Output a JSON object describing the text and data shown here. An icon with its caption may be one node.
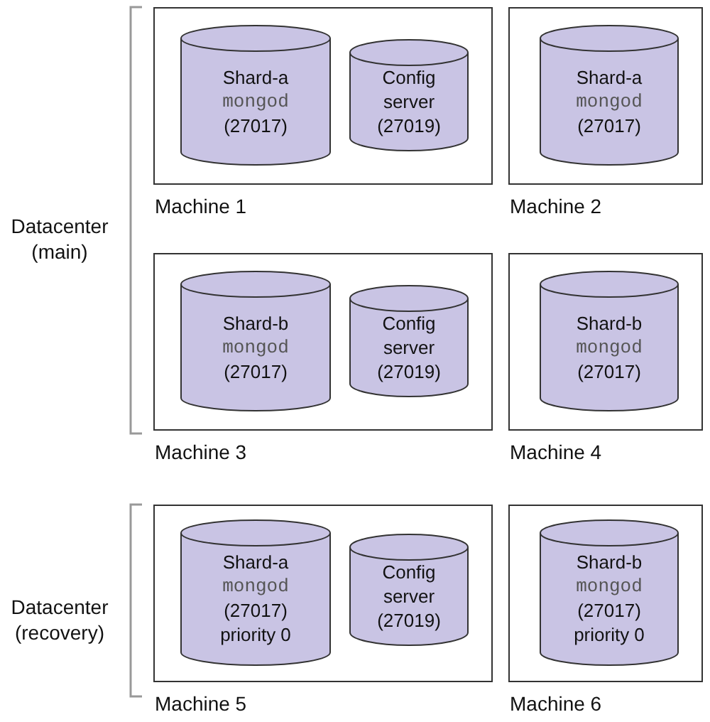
{
  "diagram": {
    "nodes": [
      {
        "text": [
          "Machine 1"
        ]
      },
      {
        "text": [
          "Shard-a",
          "mongod",
          "(27017)"
        ],
        "in": 0
      },
      {
        "text": [
          "Config server",
          "(27019)"
        ],
        "in": 0
      },
      {
        "text": [
          "Machine 2"
        ]
      },
      {
        "text": [
          "Shard-a",
          "mongod",
          "(27017)"
        ],
        "in": 3
      },
      {
        "text": [
          "Machine 3"
        ]
      },
      {
        "text": [
          "Shard-b",
          "mongod",
          "(27017)"
        ],
        "in": 5
      },
      {
        "text": [
          "Config server",
          "(27019)"
        ],
        "in": 5
      },
      {
        "text": [
          "Machine 4"
        ]
      },
      {
        "text": [
          "Shard-b",
          "mongod",
          "(27017)"
        ],
        "in": 8
      },
      {
        "text": [
          "Machine 5"
        ]
      },
      {
        "text": [
          "Shard-a",
          "mongod",
          "(27017)",
          "priority 0"
        ],
        "in": 10
      },
      {
        "text": [
          "Config server",
          "(27019)"
        ],
        "in": 10
      },
      {
        "text": [
          "Machine 6"
        ]
      },
      {
        "text": [
          "Shard-b",
          "mongod",
          "(27017)",
          "priority 0"
        ],
        "in": 13
      }
    ],
    "edges": [],
    "labels": [
      "Datacenter (main)",
      "Datacenter (recovery)"
    ]
  }
}
